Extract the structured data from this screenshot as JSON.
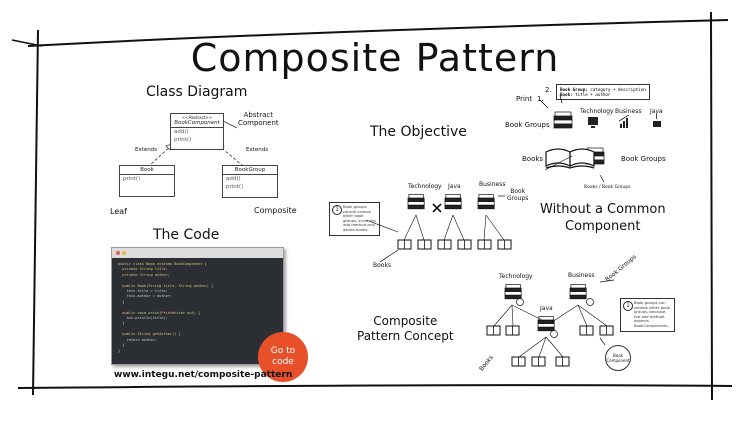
{
  "title": "Composite Pattern",
  "class_diagram": {
    "heading": "Class Diagram",
    "component_stereo": "<<Abstract>>",
    "component_name": "BookComponent",
    "component_rows": [
      "add()",
      "print()"
    ],
    "abstract_label": "Abstract\nComponent",
    "extends_left": "Extends",
    "extends_right": "Extends",
    "book_name": "Book",
    "book_rows": [
      "print()"
    ],
    "group_name": "BookGroup",
    "group_rows": [
      "add()",
      "print()"
    ],
    "leaf_label": "Leaf",
    "composite_label": "Composite"
  },
  "code_panel": {
    "heading": "The Code",
    "lines": [
      "public class Book extends BookComponent {",
      "  private String title;",
      "  private String author;",
      "",
      "  public Book(String title, String author) {",
      "    this.title = title;",
      "    this.author = author;",
      "  }",
      "",
      "  public void print(PrintWriter out) {",
      "    out.println(title);",
      "  }",
      "",
      "  public String getAuthor() {",
      "    return author;",
      "  }",
      "}"
    ],
    "goto_label": "Go to\ncode",
    "url": "www.integu.net/composite-pattern"
  },
  "objective": {
    "heading": "The Objective",
    "print_label": "Print",
    "step1": "1.",
    "step2": "2.",
    "tooltip_line1_key": "Book Group:",
    "tooltip_line1_val": "category + description",
    "tooltip_line2_key": "Book:",
    "tooltip_line2_val": "title + author",
    "book_groups_label": "Book Groups",
    "books_label": "Books",
    "book_groups_right": "Book Groups",
    "books_groups_caption": "Books / Book Groups",
    "categories": [
      "Technology",
      "Business",
      "Java"
    ]
  },
  "without_common": {
    "heading": "Without a Common\nComponent",
    "note_num": "1",
    "note_text": "Book groups cannot contain other book groups, since the add method only allows books.",
    "categories": [
      "Technology",
      "Java",
      "Business"
    ],
    "book_groups_label": "Book\nGroups",
    "books_label": "Books"
  },
  "composite_concept": {
    "heading": "Composite\nPattern Concept",
    "note_num": "1",
    "note_text": "Book groups can contain other book groups, because the add method expects BookComponents.",
    "categories": [
      "Technology",
      "Business",
      "Java"
    ],
    "book_groups_label": "Book Groups",
    "books_label": "Books",
    "book_component_label": "Book\nComponent"
  },
  "colors": {
    "accent": "#e8502a",
    "ink": "#111111",
    "code_bg": "#2b2f33"
  }
}
